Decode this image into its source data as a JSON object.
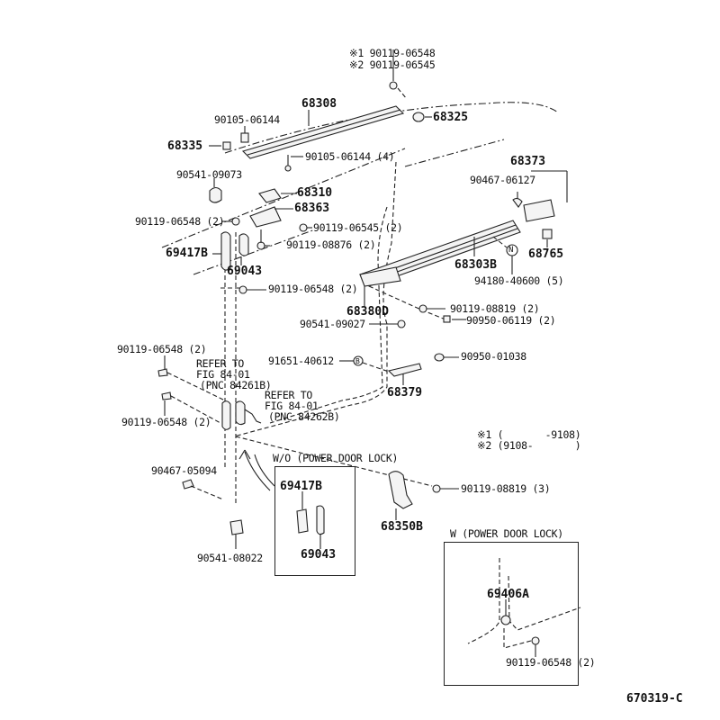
{
  "diagram": {
    "figure_id": "670319-C",
    "notes": {
      "note1_part": "※1 90119-06548",
      "note2_part": "※2 90119-06545",
      "note1_range": "※1 (       -9108)",
      "note2_range": "※2 (9108-       )"
    },
    "parts": {
      "p68308": "68308",
      "p68325": "68325",
      "p90105_06144_a": "90105-06144",
      "p68335": "68335",
      "p90105_06144_b": "90105-06144 (4)",
      "p90541_09073": "90541-09073",
      "p68310": "68310",
      "p68363": "68363",
      "p90119_06548_a": "90119-06548 (2)",
      "p90119_06545": "90119-06545 (2)",
      "p69417B": "69417B",
      "p90119_08876": "90119-08876 (2)",
      "p69043": "69043",
      "p90119_06548_b": "90119-06548 (2)",
      "p68373": "68373",
      "p90467_06127": "90467-06127",
      "p68765": "68765",
      "p68303B": "68303B",
      "p94180_40600": "94180-40600 (5)",
      "p68380D": "68380D",
      "p90119_08819_a": "90119-08819 (2)",
      "p90541_09027": "90541-09027",
      "p90950_06119": "90950-06119 (2)",
      "p90119_06548_c": "90119-06548 (2)",
      "p91651_40612": "91651-40612",
      "p90950_01038": "90950-01038",
      "p68379": "68379",
      "p90119_06548_d": "90119-06548 (2)",
      "p90467_05094": "90467-05094",
      "p90119_08819_b": "90119-08819 (3)",
      "p68350B": "68350B",
      "p90541_08022": "90541-08022"
    },
    "refs": {
      "ref1_line1": "REFER TO",
      "ref1_line2": "FIG 84-01",
      "ref1_line3": "(PNC 84261B)",
      "ref2_line1": "REFER TO",
      "ref2_line2": "FIG 84-01",
      "ref2_line3": "(PNC 84262B)"
    },
    "inset_wo": {
      "title": "W/O (POWER DOOR LOCK)",
      "part_a": "69417B",
      "part_b": "69043"
    },
    "inset_w": {
      "title": "W (POWER DOOR LOCK)",
      "part_a": "69406A",
      "part_b": "90119-06548 (2)"
    },
    "symbols": {
      "n_mark": "N",
      "b_mark": "B"
    }
  }
}
